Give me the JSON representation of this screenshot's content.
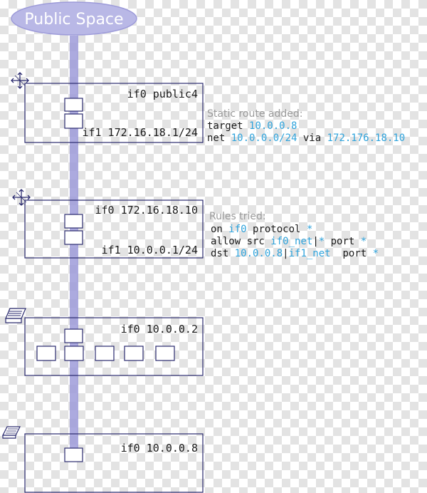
{
  "colors": {
    "ink": "#2a2a6e",
    "link": "#9d9bd9",
    "accent": "#2ea3dc",
    "cloud_fill": "#b9b8e6",
    "cloud_text": "#ffffff",
    "note_title": "#9a9a9a"
  },
  "cloud": {
    "label": "Public Space"
  },
  "nodes": [
    {
      "icon": "router-icon",
      "lines": [
        "if0 public4",
        "if1 172.16.18.1/24"
      ]
    },
    {
      "icon": "router-icon",
      "lines": [
        "if0 172.16.18.10",
        "if1 10.0.0.1/24"
      ]
    },
    {
      "icon": "switch-icon",
      "lines": [
        "if0 10.0.0.2"
      ]
    },
    {
      "icon": "host-icon",
      "lines": [
        "if0 10.0.0.8"
      ]
    }
  ],
  "notes": {
    "static_route": {
      "title": "Static route added:",
      "lines": [
        [
          {
            "t": "target ",
            "c": "ink"
          },
          {
            "t": "10.0.0.8",
            "c": "accent"
          }
        ],
        [
          {
            "t": "net ",
            "c": "ink"
          },
          {
            "t": "10.0.0.0/24",
            "c": "accent"
          },
          {
            "t": " via ",
            "c": "ink"
          },
          {
            "t": "172.176.18.10",
            "c": "accent"
          }
        ]
      ]
    },
    "rules": {
      "title": "Rules tried:",
      "lines": [
        [
          {
            "t": "on ",
            "c": "ink"
          },
          {
            "t": "if0",
            "c": "accent"
          },
          {
            "t": " protocol ",
            "c": "ink"
          },
          {
            "t": "*",
            "c": "accent"
          }
        ],
        [
          {
            "t": "allow src ",
            "c": "ink"
          },
          {
            "t": "if0_net",
            "c": "accent"
          },
          {
            "t": "|",
            "c": "ink"
          },
          {
            "t": "*",
            "c": "accent"
          },
          {
            "t": " port ",
            "c": "ink"
          },
          {
            "t": "*",
            "c": "accent"
          }
        ],
        [
          {
            "t": "dst ",
            "c": "ink"
          },
          {
            "t": "10.0.0.8",
            "c": "accent"
          },
          {
            "t": "|",
            "c": "ink"
          },
          {
            "t": "if1_net",
            "c": "accent"
          },
          {
            "t": "  port ",
            "c": "ink"
          },
          {
            "t": "*",
            "c": "accent"
          }
        ]
      ]
    }
  }
}
